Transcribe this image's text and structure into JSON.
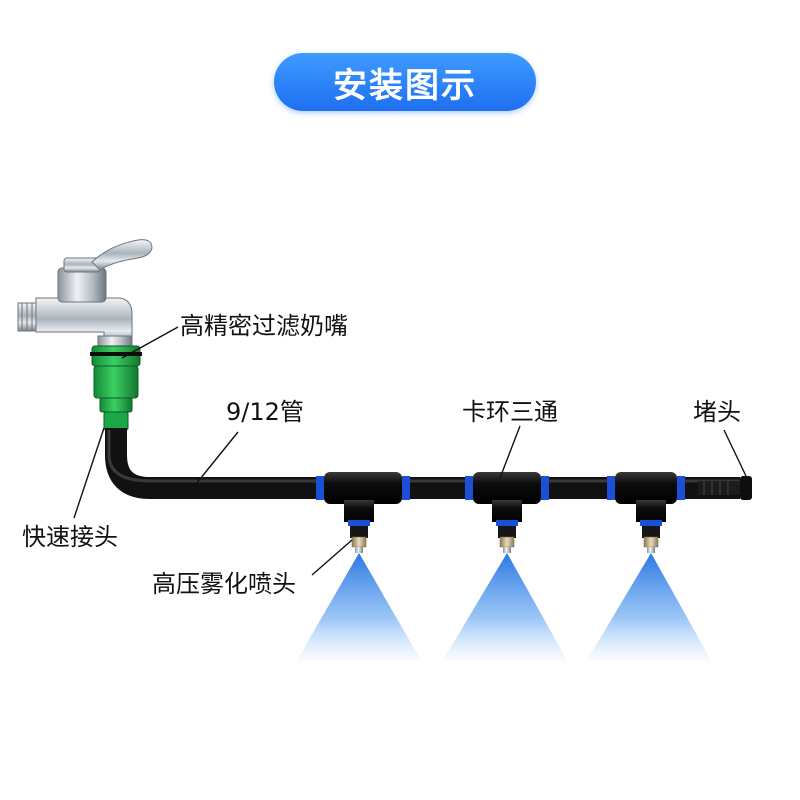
{
  "title": "安装图示",
  "labels": {
    "filter": "高精密过滤奶嘴",
    "pipe": "9/12管",
    "tee": "卡环三通",
    "plug": "堵头",
    "quick_connector": "快速接头",
    "nozzle": "高压雾化喷头"
  },
  "colors": {
    "title_bg": "#1e6ff0",
    "pipe": "#111111",
    "ring": "#1a4fd6",
    "green_connector": "#22b04b",
    "spray": "#2f7de0"
  },
  "tee_count": 3
}
